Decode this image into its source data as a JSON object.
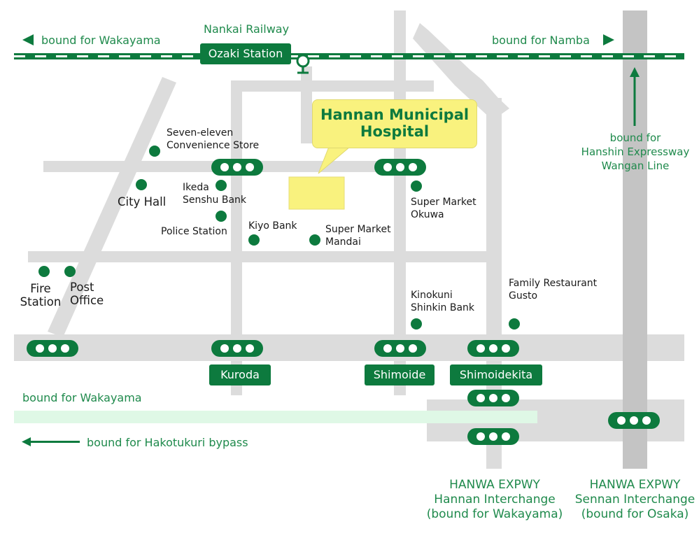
{
  "railway": {
    "name": "Nankai Railway",
    "station": "Ozaki Station",
    "bound_west": "bound for Wakayama",
    "bound_east": "bound for Namba"
  },
  "destination": {
    "name_line1": "Hannan Municipal",
    "name_line2": "Hospital",
    "highlight_color": "#f9f27e"
  },
  "landmarks": {
    "seven_eleven": [
      "Seven-eleven",
      "Convenience Store"
    ],
    "city_hall": "City Hall",
    "ikeda_senshu": [
      "Ikeda",
      "Senshu Bank"
    ],
    "police": "Police Station",
    "kiyo_bank": "Kiyo Bank",
    "mandai": [
      "Super Market",
      "Mandai"
    ],
    "okuwa": [
      "Super Market",
      "Okuwa"
    ],
    "fire_station": [
      "Fire",
      "Station"
    ],
    "post_office": [
      "Post",
      "Office"
    ],
    "kinokuni": [
      "Kinokuni",
      "Shinkin Bank"
    ],
    "gusto": [
      "Family Restaurant",
      "Gusto"
    ]
  },
  "intersections": {
    "kuroda": "Kuroda",
    "shimoide": "Shimoide",
    "shimoidekita": "Shimoidekita"
  },
  "roads": {
    "south_wakayama": "bound for Wakayama",
    "hakotukuri": "bound for Hakotukuri bypass",
    "hanshin": [
      "bound for",
      "Hanshin Expressway",
      "Wangan Line"
    ]
  },
  "interchanges": {
    "hannan": [
      "HANWA EXPWY",
      "Hannan Interchange",
      "(bound for Wakayama)"
    ],
    "sennan": [
      "HANWA EXPWY",
      "Sennan Interchange",
      "(bound for Osaka)"
    ]
  },
  "colors": {
    "green": "#0d7a3e",
    "road_gray": "#dcdcdc",
    "expressway_gray": "#c4c4c4",
    "bypass": "#dff8e6"
  }
}
